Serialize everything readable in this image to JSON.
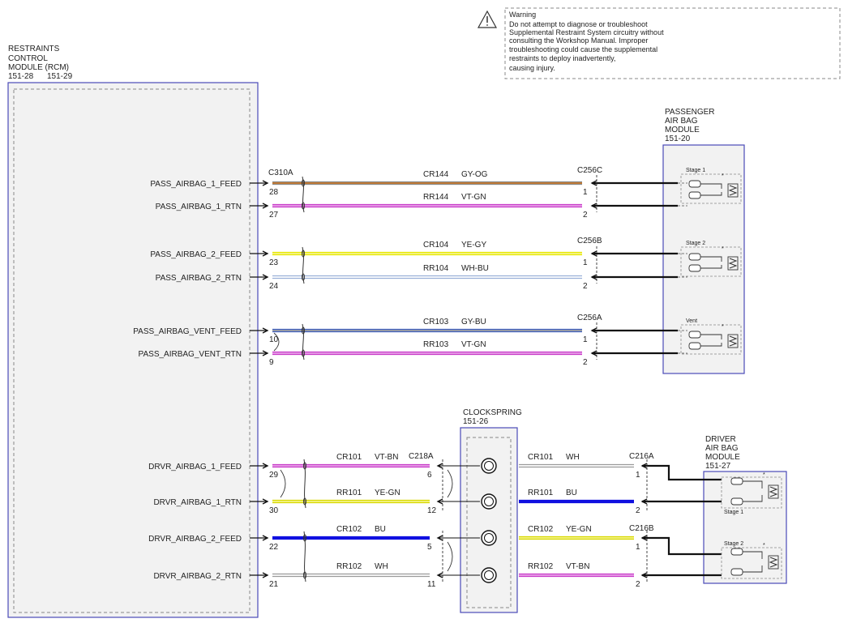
{
  "warning": {
    "title": "Warning",
    "lines": [
      "Do not attempt to diagnose or troubleshoot",
      "Supplemental Restraint System circuitry without",
      "consulting the Workshop Manual. Improper",
      "troubleshooting could cause the supplemental",
      "restraints to deploy inadvertently,",
      "causing injury."
    ],
    "icon": "warning-triangle-icon"
  },
  "rcm": {
    "name_lines": [
      "RESTRAINTS",
      "CONTROL",
      "MODULE (RCM)"
    ],
    "ref_a": "151-28",
    "ref_b": "151-29",
    "connector": "C310A",
    "signals": [
      "PASS_AIRBAG_1_FEED",
      "PASS_AIRBAG_1_RTN",
      "PASS_AIRBAG_2_FEED",
      "PASS_AIRBAG_2_RTN",
      "PASS_AIRBAG_VENT_FEED",
      "PASS_AIRBAG_VENT_RTN",
      "DRVR_AIRBAG_1_FEED",
      "DRVR_AIRBAG_1_RTN",
      "DRVR_AIRBAG_2_FEED",
      "DRVR_AIRBAG_2_RTN"
    ]
  },
  "passenger_module": {
    "name_lines": [
      "PASSENGER",
      "AIR BAG",
      "MODULE"
    ],
    "ref": "151-20",
    "stages": [
      "Stage 1",
      "Stage 2",
      "Vent"
    ]
  },
  "driver_module": {
    "name_lines": [
      "DRIVER",
      "AIR BAG",
      "MODULE"
    ],
    "ref": "151-27",
    "stages": [
      "Stage 1",
      "Stage 2"
    ]
  },
  "clockspring": {
    "name": "CLOCKSPRING",
    "ref": "151-26",
    "left_connector": "C218A",
    "right_connector_1": "C216A",
    "right_connector_2": "C216B"
  },
  "pass_wires": [
    {
      "rcm_pin": "28",
      "circuit": "CR144",
      "color": "GY-OG",
      "connector": "C256C",
      "pin": "1",
      "c1": "#8a8a8a",
      "c2": "#c8782a"
    },
    {
      "rcm_pin": "27",
      "circuit": "RR144",
      "color": "VT-GN",
      "connector": "",
      "pin": "2",
      "c1": "#c83cc8",
      "c2": "#e8a0e8"
    },
    {
      "rcm_pin": "23",
      "circuit": "CR104",
      "color": "YE-GY",
      "connector": "C256B",
      "pin": "1",
      "c1": "#e8e800",
      "c2": "#f4f48a"
    },
    {
      "rcm_pin": "24",
      "circuit": "RR104",
      "color": "WH-BU",
      "connector": "",
      "pin": "2",
      "c1": "#9ab0d8",
      "c2": "#ffffff"
    },
    {
      "rcm_pin": "10",
      "circuit": "CR103",
      "color": "GY-BU",
      "connector": "C256A",
      "pin": "1",
      "c1": "#4060c0",
      "c2": "#a0a0a0"
    },
    {
      "rcm_pin": "9",
      "circuit": "RR103",
      "color": "VT-GN",
      "connector": "",
      "pin": "2",
      "c1": "#c83cc8",
      "c2": "#e8a0e8"
    }
  ],
  "drv_wires": [
    {
      "rcm_pin": "29",
      "circuit": "CR101",
      "color": "VT-BN",
      "cs_pin": "6",
      "right_circuit": "CR101",
      "right_color": "WH",
      "right_pin": "1",
      "lc1": "#c83cc8",
      "lc2": "#e8a0e8",
      "rc1": "#9a9a9a",
      "rc2": "#ffffff"
    },
    {
      "rcm_pin": "30",
      "circuit": "RR101",
      "color": "YE-GN",
      "cs_pin": "12",
      "right_circuit": "RR101",
      "right_color": "BU",
      "right_pin": "2",
      "lc1": "#d8d800",
      "lc2": "#f4f48a",
      "rc1": "#1010e0",
      "rc2": "#1010e0"
    },
    {
      "rcm_pin": "22",
      "circuit": "CR102",
      "color": "BU",
      "cs_pin": "5",
      "right_circuit": "CR102",
      "right_color": "YE-GN",
      "right_pin": "1",
      "lc1": "#1010e0",
      "lc2": "#1010e0",
      "rc1": "#d8d800",
      "rc2": "#f4f48a"
    },
    {
      "rcm_pin": "21",
      "circuit": "RR102",
      "color": "WH",
      "cs_pin": "11",
      "right_circuit": "RR102",
      "right_color": "VT-BN",
      "right_pin": "2",
      "lc1": "#9a9a9a",
      "lc2": "#ffffff",
      "rc1": "#c83cc8",
      "rc2": "#e8a0e8"
    }
  ]
}
